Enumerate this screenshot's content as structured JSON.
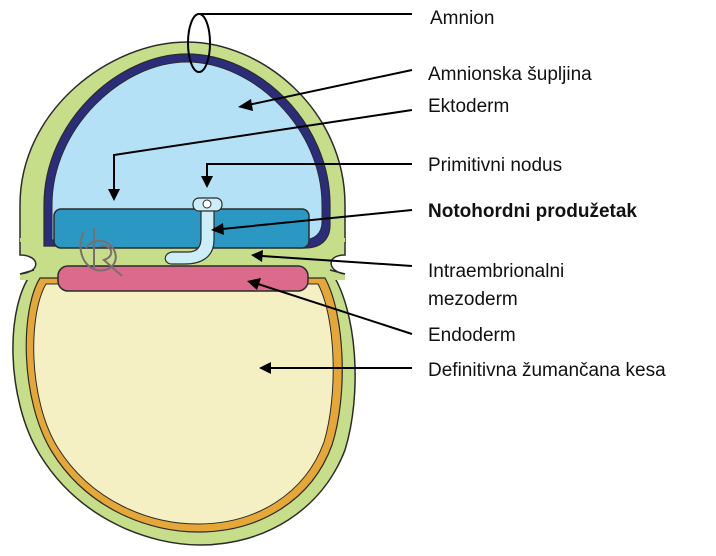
{
  "labels": {
    "amnion": "Amnion",
    "amniotic_cavity": "Amnionska šupljina",
    "ectoderm": "Ektoderm",
    "primitive_node": "Primitivni nodus",
    "notochordal_process": "Notohordni produžetak",
    "intraembryonic_mesoderm_line1": "Intraembrionalni",
    "intraembryonic_mesoderm_line2": "mezoderm",
    "endoderm": "Endoderm",
    "definitive_yolk_sac": "Definitivna žumančana kesa"
  },
  "colors": {
    "chorion_green": "#c6dd8a",
    "outline": "#2b2b2b",
    "amnion_navy": "#2b2d7a",
    "amniotic_fluid": "#b5e1f6",
    "ectoderm_blue": "#2b98c4",
    "notochord_light": "#cdeef8",
    "endoderm_pink": "#dc6a8c",
    "yolk_sac_rim": "#e6a739",
    "yolk_fill": "#f5f0c4",
    "watermark": "#7a6e6e"
  },
  "watermark_icon": "dr-signature-watermark"
}
